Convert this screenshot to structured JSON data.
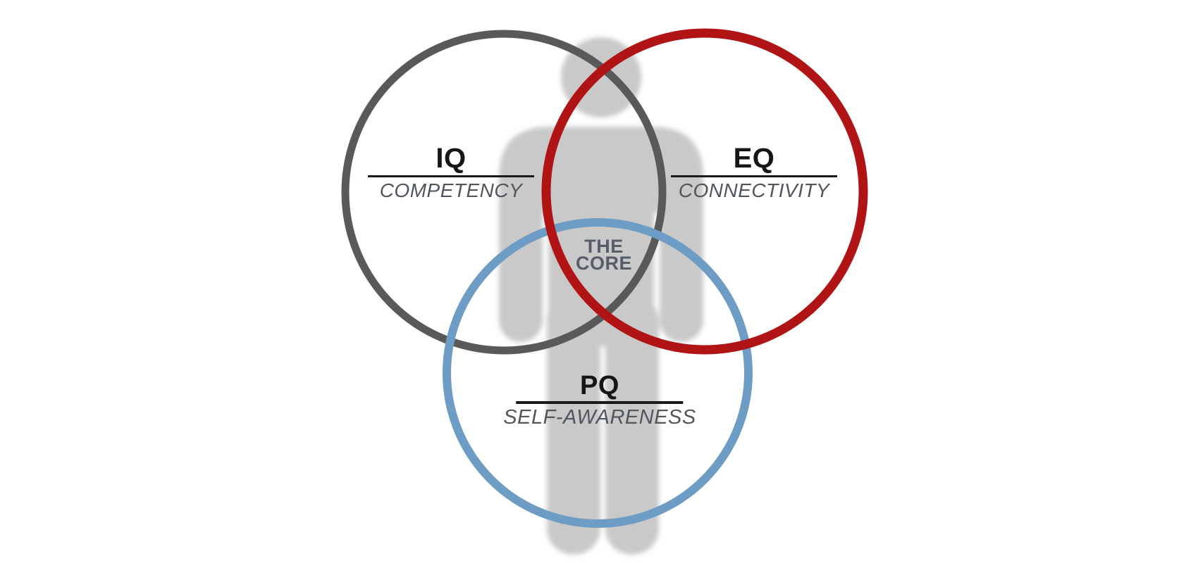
{
  "diagram": {
    "sets": [
      {
        "abbr": "IQ",
        "label": "COMPETENCY",
        "color": "#595959"
      },
      {
        "abbr": "EQ",
        "label": "CONNECTIVITY",
        "color": "#B11414"
      },
      {
        "abbr": "PQ",
        "label": "SELF-AWARENESS",
        "color": "#6D9CC4"
      }
    ],
    "core": {
      "line1": "THE",
      "line2": "CORE"
    },
    "silhouette_color": "#C9C9C9",
    "divider_color": "#1A1A1A",
    "descriptor_text_color": "#50565C",
    "core_text_color": "#565D66"
  }
}
